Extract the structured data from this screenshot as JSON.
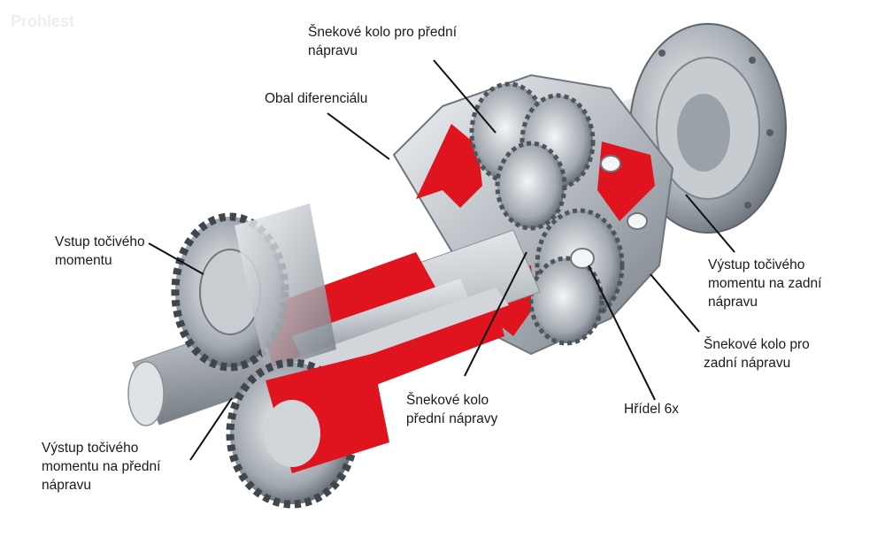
{
  "watermark": "Prohlest",
  "labels": {
    "front_worm_wheel_top": "Šnekové kolo pro přední\nnápravu",
    "diff_housing": "Obal diferenciálu",
    "torque_input": "Vstup točivého\nmomentu",
    "rear_output": "Výstup točivého\nmomentu na zadní\nnápravu",
    "rear_worm_wheel": "Šnekové kolo pro\nzadní nápravu",
    "front_worm_wheel_bottom": "Šnekové kolo\npřední nápravy",
    "shaft": "Hřídel  6x",
    "front_output": "Výstup točivého\nmomentu na přední\nnápravu"
  },
  "colors": {
    "cutaway_red": "#e0141e",
    "steel_light": "#e4e7ea",
    "steel_dark": "#7d848b",
    "leader_line": "#111111"
  }
}
